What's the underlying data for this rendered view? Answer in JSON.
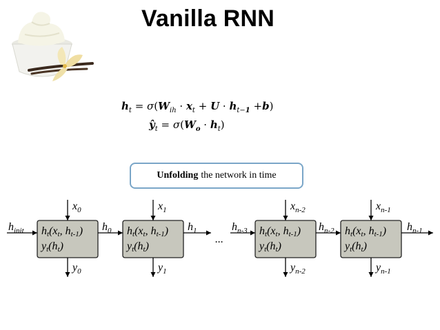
{
  "title": "Vanilla RNN",
  "images": {
    "logo": "frozen-yogurt-with-vanilla-icon"
  },
  "equations": {
    "hidden_state": "h_t = σ(W_ih · x_t + U · h_{t−1} + b)",
    "output": "ŷ_t = σ(W_o · h_t)"
  },
  "callout": {
    "bold": "Unfolding",
    "rest": "the network in time"
  },
  "diagram": {
    "initial_state": {
      "base": "h",
      "sub": "init"
    },
    "ellipsis": "...",
    "cells": [
      {
        "line1": "h_t(x_t, h_t-1)",
        "line2": "y_t(h_t)",
        "input_base": "x",
        "input_sub": "0",
        "output_base": "y",
        "output_sub": "0",
        "hidden_base": "h",
        "hidden_sub": "0"
      },
      {
        "line1": "h_t(x_t, h_t-1)",
        "line2": "y_t(h_t)",
        "input_base": "x",
        "input_sub": "1",
        "output_base": "y",
        "output_sub": "1",
        "hidden_base": "h",
        "hidden_sub": "1"
      },
      {
        "line1": "h_t(x_t, h_t-1)",
        "line2": "y_t(h_t)",
        "input_base": "x",
        "input_sub": "n-2",
        "output_base": "y",
        "output_sub": "n-2",
        "hidden_base": "h",
        "hidden_sub": "n-2"
      },
      {
        "line1": "h_t(x_t, h_t-1)",
        "line2": "y_t(h_t)",
        "input_base": "x",
        "input_sub": "n-1",
        "output_base": "y",
        "output_sub": "n-1",
        "hidden_base": "h",
        "hidden_sub": "n-1"
      }
    ],
    "prev_state": {
      "base": "h",
      "sub": "n-3"
    },
    "cell_label_parts": {
      "h": "h",
      "t": "t",
      "x": "x",
      "tm1": "t-1",
      "y": "y"
    },
    "colors": {
      "cell_fill": "#c7c7bd",
      "cell_border": "#222222",
      "callout_border": "#7aa6c8"
    }
  }
}
